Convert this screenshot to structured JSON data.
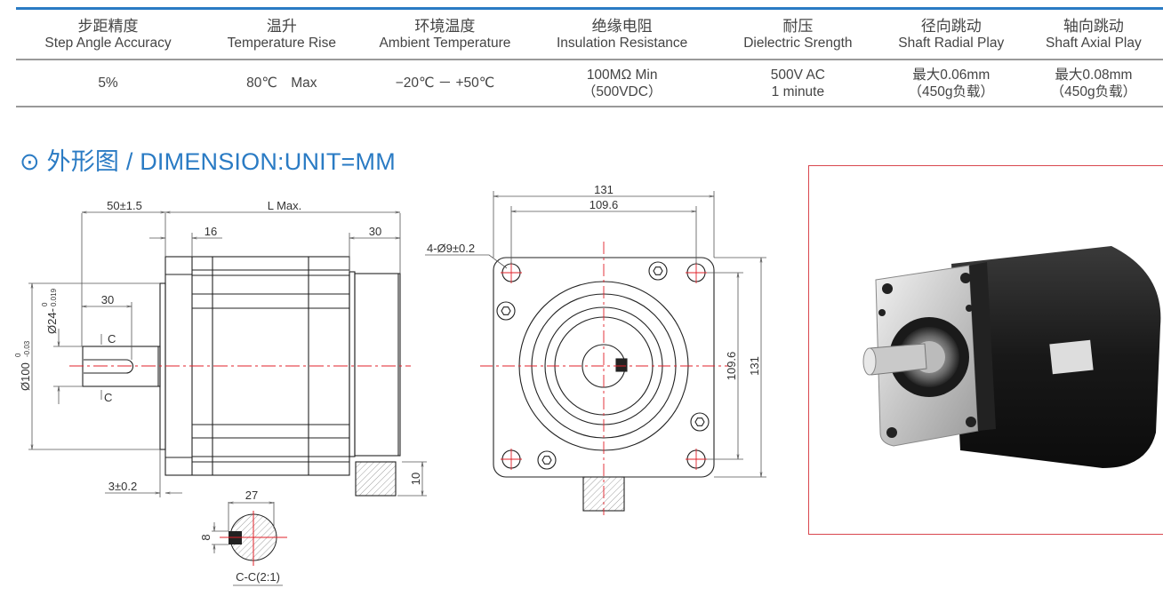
{
  "table": {
    "headers": [
      {
        "cn": "步距精度",
        "en": "Step Angle Accuracy"
      },
      {
        "cn": "温升",
        "en": "Temperature Rise"
      },
      {
        "cn": "环境温度",
        "en": "Ambient Temperature"
      },
      {
        "cn": "绝缘电阻",
        "en": "Insulation Resistance"
      },
      {
        "cn": "耐压",
        "en": "Dielectric Srength"
      },
      {
        "cn": "径向跳动",
        "en": "Shaft Radial Play"
      },
      {
        "cn": "轴向跳动",
        "en": "Shaft Axial Play"
      }
    ],
    "values": [
      {
        "l1": "5%",
        "l2": ""
      },
      {
        "l1": "80℃　Max",
        "l2": ""
      },
      {
        "l1": "−20℃ － +50℃",
        "l2": ""
      },
      {
        "l1": "100MΩ Min",
        "l2": "（500VDC）"
      },
      {
        "l1": "500V AC",
        "l2": "1 minute"
      },
      {
        "l1": "最大0.06mm",
        "l2": "（450g负载）"
      },
      {
        "l1": "最大0.08mm",
        "l2": "（450g负载）"
      }
    ]
  },
  "section_title": "⊙ 外形图 / DIMENSION:UNIT=MM",
  "side_view": {
    "d_50": "50±1.5",
    "d_lmax": "L Max.",
    "d_16": "16",
    "d_30_rear": "30",
    "d_30_shaft": "30",
    "d_100": "Ø100",
    "d_100_tol_up": "0",
    "d_100_tol_low": "-0.03",
    "d_24": "Ø24-",
    "d_24_tol_up": "0",
    "d_24_tol_low": "0.019",
    "c_mark": "C",
    "d_3": "3±0.2",
    "d_10": "10"
  },
  "section_view": {
    "d_27": "27",
    "d_8": "8",
    "label": "C-C(2:1)"
  },
  "front_view": {
    "d_131_w": "131",
    "d_1096_w": "109.6",
    "d_holes": "4-Ø9±0.2",
    "d_1096_h": "109.6",
    "d_131_h": "131"
  },
  "colors": {
    "accent": "#2a7bc4",
    "centerline": "#e0202a",
    "photo_border": "#d9474e"
  }
}
